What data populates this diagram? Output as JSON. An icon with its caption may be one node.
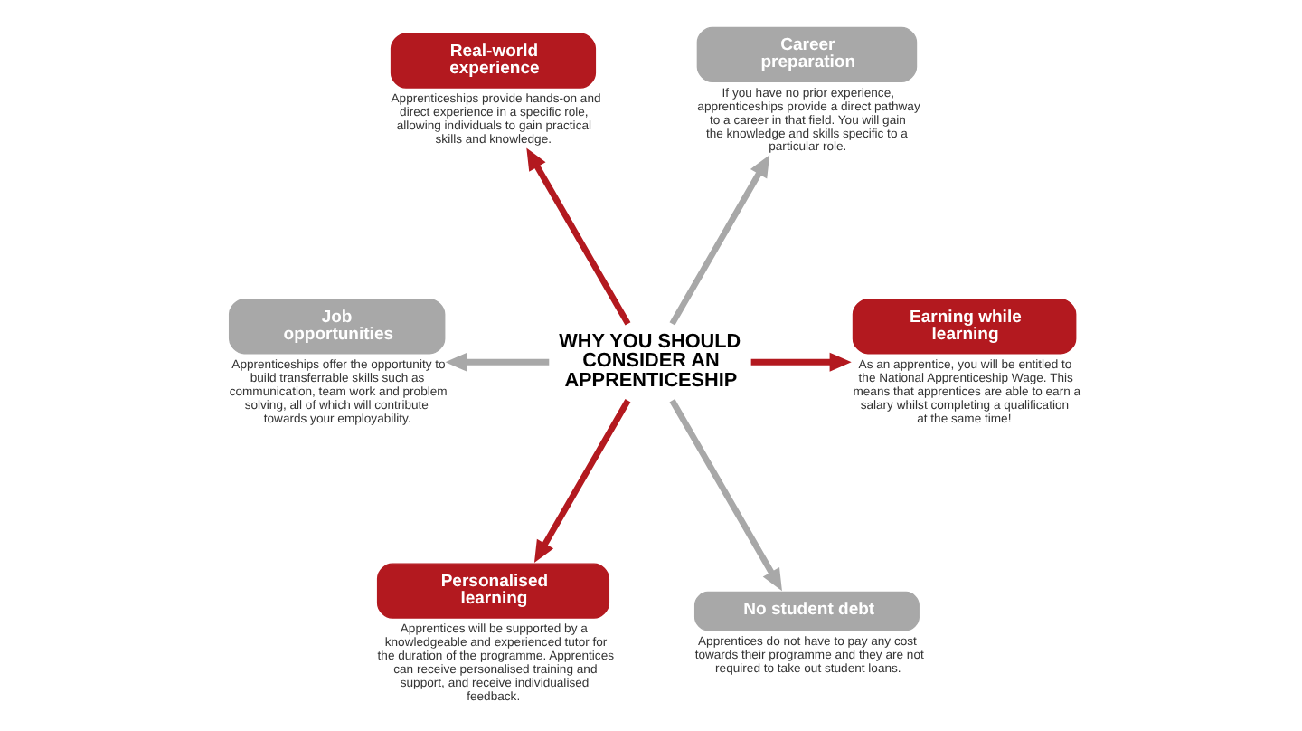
{
  "diagram": {
    "nodes": [
      {
        "text": [
          "WHY YOU SHOULD CONSIDER AN APPRENTICESHIP"
        ]
      },
      {
        "text": [
          "Real-world experience"
        ],
        "beside": [
          "Apprenticeships provide hands-on and direct experience in a specific role, allowing individuals to gain practical skills and knowledge."
        ]
      },
      {
        "text": [
          "Career preparation"
        ],
        "beside": [
          "If you have no prior experience, apprenticeships provide a direct pathway to a career in that field. You will gain the knowledge and skills specific to a particular role."
        ]
      },
      {
        "text": [
          "Job opportunities"
        ],
        "beside": [
          "Apprenticeships offer the opportunity to build transferrable skills such as communication, team work and problem solving, all of which will contribute towards your employability."
        ]
      },
      {
        "text": [
          "Earning while learning"
        ],
        "beside": [
          "As an apprentice, you will be entitled to the National Apprenticeship Wage. This means that apprentices are able to earn a salary whilst completing a qualification at the same time!"
        ]
      },
      {
        "text": [
          "Personalised learning"
        ],
        "beside": [
          "Apprentices will be supported by a knowledgeable and experienced tutor for the duration of the programme. Apprentices can receive personalised training and support, and receive individualised feedback."
        ]
      },
      {
        "text": [
          "No student debt"
        ],
        "beside": [
          "Apprentices do not have to pay any cost towards their programme and they are not required to take out student loans."
        ]
      }
    ],
    "edges": [
      {
        "from": 0,
        "to": 1,
        "arrow": "to",
        "color": "#b3191f"
      },
      {
        "from": 0,
        "to": 2,
        "arrow": "to",
        "color": "#a8a8a8"
      },
      {
        "from": 0,
        "to": 3,
        "arrow": "to",
        "color": "#a8a8a8"
      },
      {
        "from": 0,
        "to": 4,
        "arrow": "to",
        "color": "#b3191f"
      },
      {
        "from": 0,
        "to": 5,
        "arrow": "to",
        "color": "#b3191f"
      },
      {
        "from": 0,
        "to": 6,
        "arrow": "to",
        "color": "#a8a8a8"
      }
    ]
  }
}
